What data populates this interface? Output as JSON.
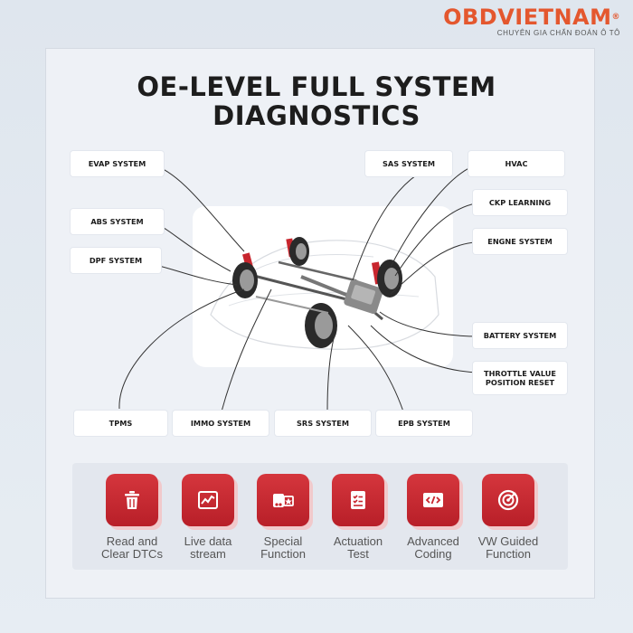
{
  "brand": {
    "name_part1": "OBD",
    "name_part2": "VIETNAM",
    "registered": "®",
    "tagline": "CHUYÊN GIA CHẨN ĐOÁN Ô TÔ"
  },
  "title": {
    "line1": "OE-LEVEL FULL SYSTEM",
    "line2": "DIAGNOSTICS"
  },
  "systems": {
    "evap": "EVAP SYSTEM",
    "abs": "ABS SYSTEM",
    "dpf": "DPF SYSTEM",
    "sas": "SAS SYSTEM",
    "hvac": "HVAC",
    "ckp": "CKP LEARNING",
    "engine": "ENGNE SYSTEM",
    "battery": "BATTERY SYSTEM",
    "throttle_line1": "THROTTLE VALUE",
    "throttle_line2": "POSITION RESET",
    "tpms": "TPMS",
    "immo": "IMMO SYSTEM",
    "srs": "SRS SYSTEM",
    "epb": "EPB SYSTEM"
  },
  "functions": [
    {
      "icon": "trash-icon",
      "line1": "Read and",
      "line2": "Clear DTCs"
    },
    {
      "icon": "chart-icon",
      "line1": "Live data",
      "line2": "stream"
    },
    {
      "icon": "car-star-icon",
      "line1": "Special",
      "line2": "Function"
    },
    {
      "icon": "checklist-icon",
      "line1": "Actuation",
      "line2": "Test"
    },
    {
      "icon": "code-icon",
      "line1": "Advanced",
      "line2": "Coding"
    },
    {
      "icon": "target-icon",
      "line1": "VW Guided",
      "line2": "Function"
    }
  ],
  "colors": {
    "accent": "#c8262e",
    "brand": "#e4572e",
    "text": "#1d1d1d"
  }
}
